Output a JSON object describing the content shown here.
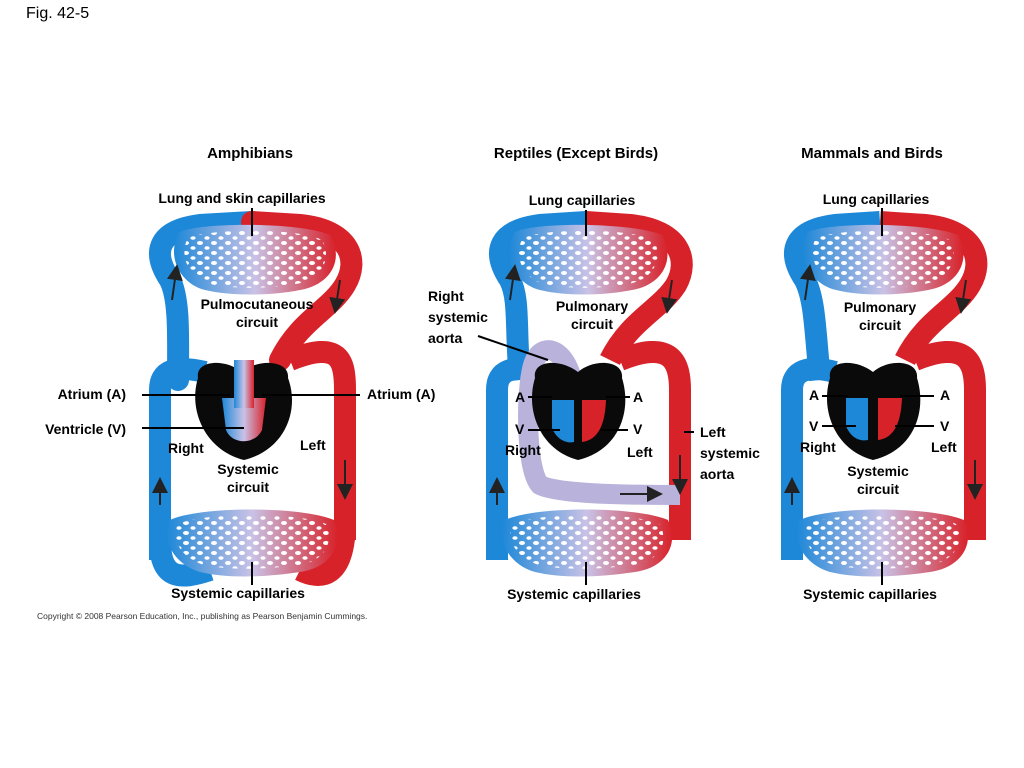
{
  "figure_label": "Fig. 42-5",
  "copyright": "Copyright © 2008 Pearson Education, Inc., publishing as Pearson Benjamin Cummings.",
  "colors": {
    "deoxygenated": "#1e88d8",
    "oxygenated": "#d8222a",
    "mixed": "#b9b3dc",
    "heart": "#0a0a0a"
  },
  "panels": {
    "amphibians": {
      "title": "Amphibians",
      "top_capillaries": "Lung and skin capillaries",
      "top_circuit": [
        "Pulmocutaneous",
        "circuit"
      ],
      "atrium_left_label": "Atrium (A)",
      "atrium_right_label": "Atrium (A)",
      "ventricle_label": "Ventricle (V)",
      "right": "Right",
      "left": "Left",
      "bottom_circuit": [
        "Systemic",
        "circuit"
      ],
      "bottom_capillaries": "Systemic capillaries"
    },
    "reptiles": {
      "title": "Reptiles (Except Birds)",
      "top_capillaries": "Lung capillaries",
      "top_circuit": [
        "Pulmonary",
        "circuit"
      ],
      "right_aorta": [
        "Right",
        "systemic",
        "aorta"
      ],
      "left_aorta": [
        "Left",
        "systemic",
        "aorta"
      ],
      "a": "A",
      "v": "V",
      "right": "Right",
      "left": "Left",
      "bottom_capillaries": "Systemic capillaries"
    },
    "mammals": {
      "title": "Mammals and Birds",
      "top_capillaries": "Lung capillaries",
      "top_circuit": [
        "Pulmonary",
        "circuit"
      ],
      "a": "A",
      "v": "V",
      "right": "Right",
      "left": "Left",
      "bottom_circuit": [
        "Systemic",
        "circuit"
      ],
      "bottom_capillaries": "Systemic capillaries"
    }
  }
}
